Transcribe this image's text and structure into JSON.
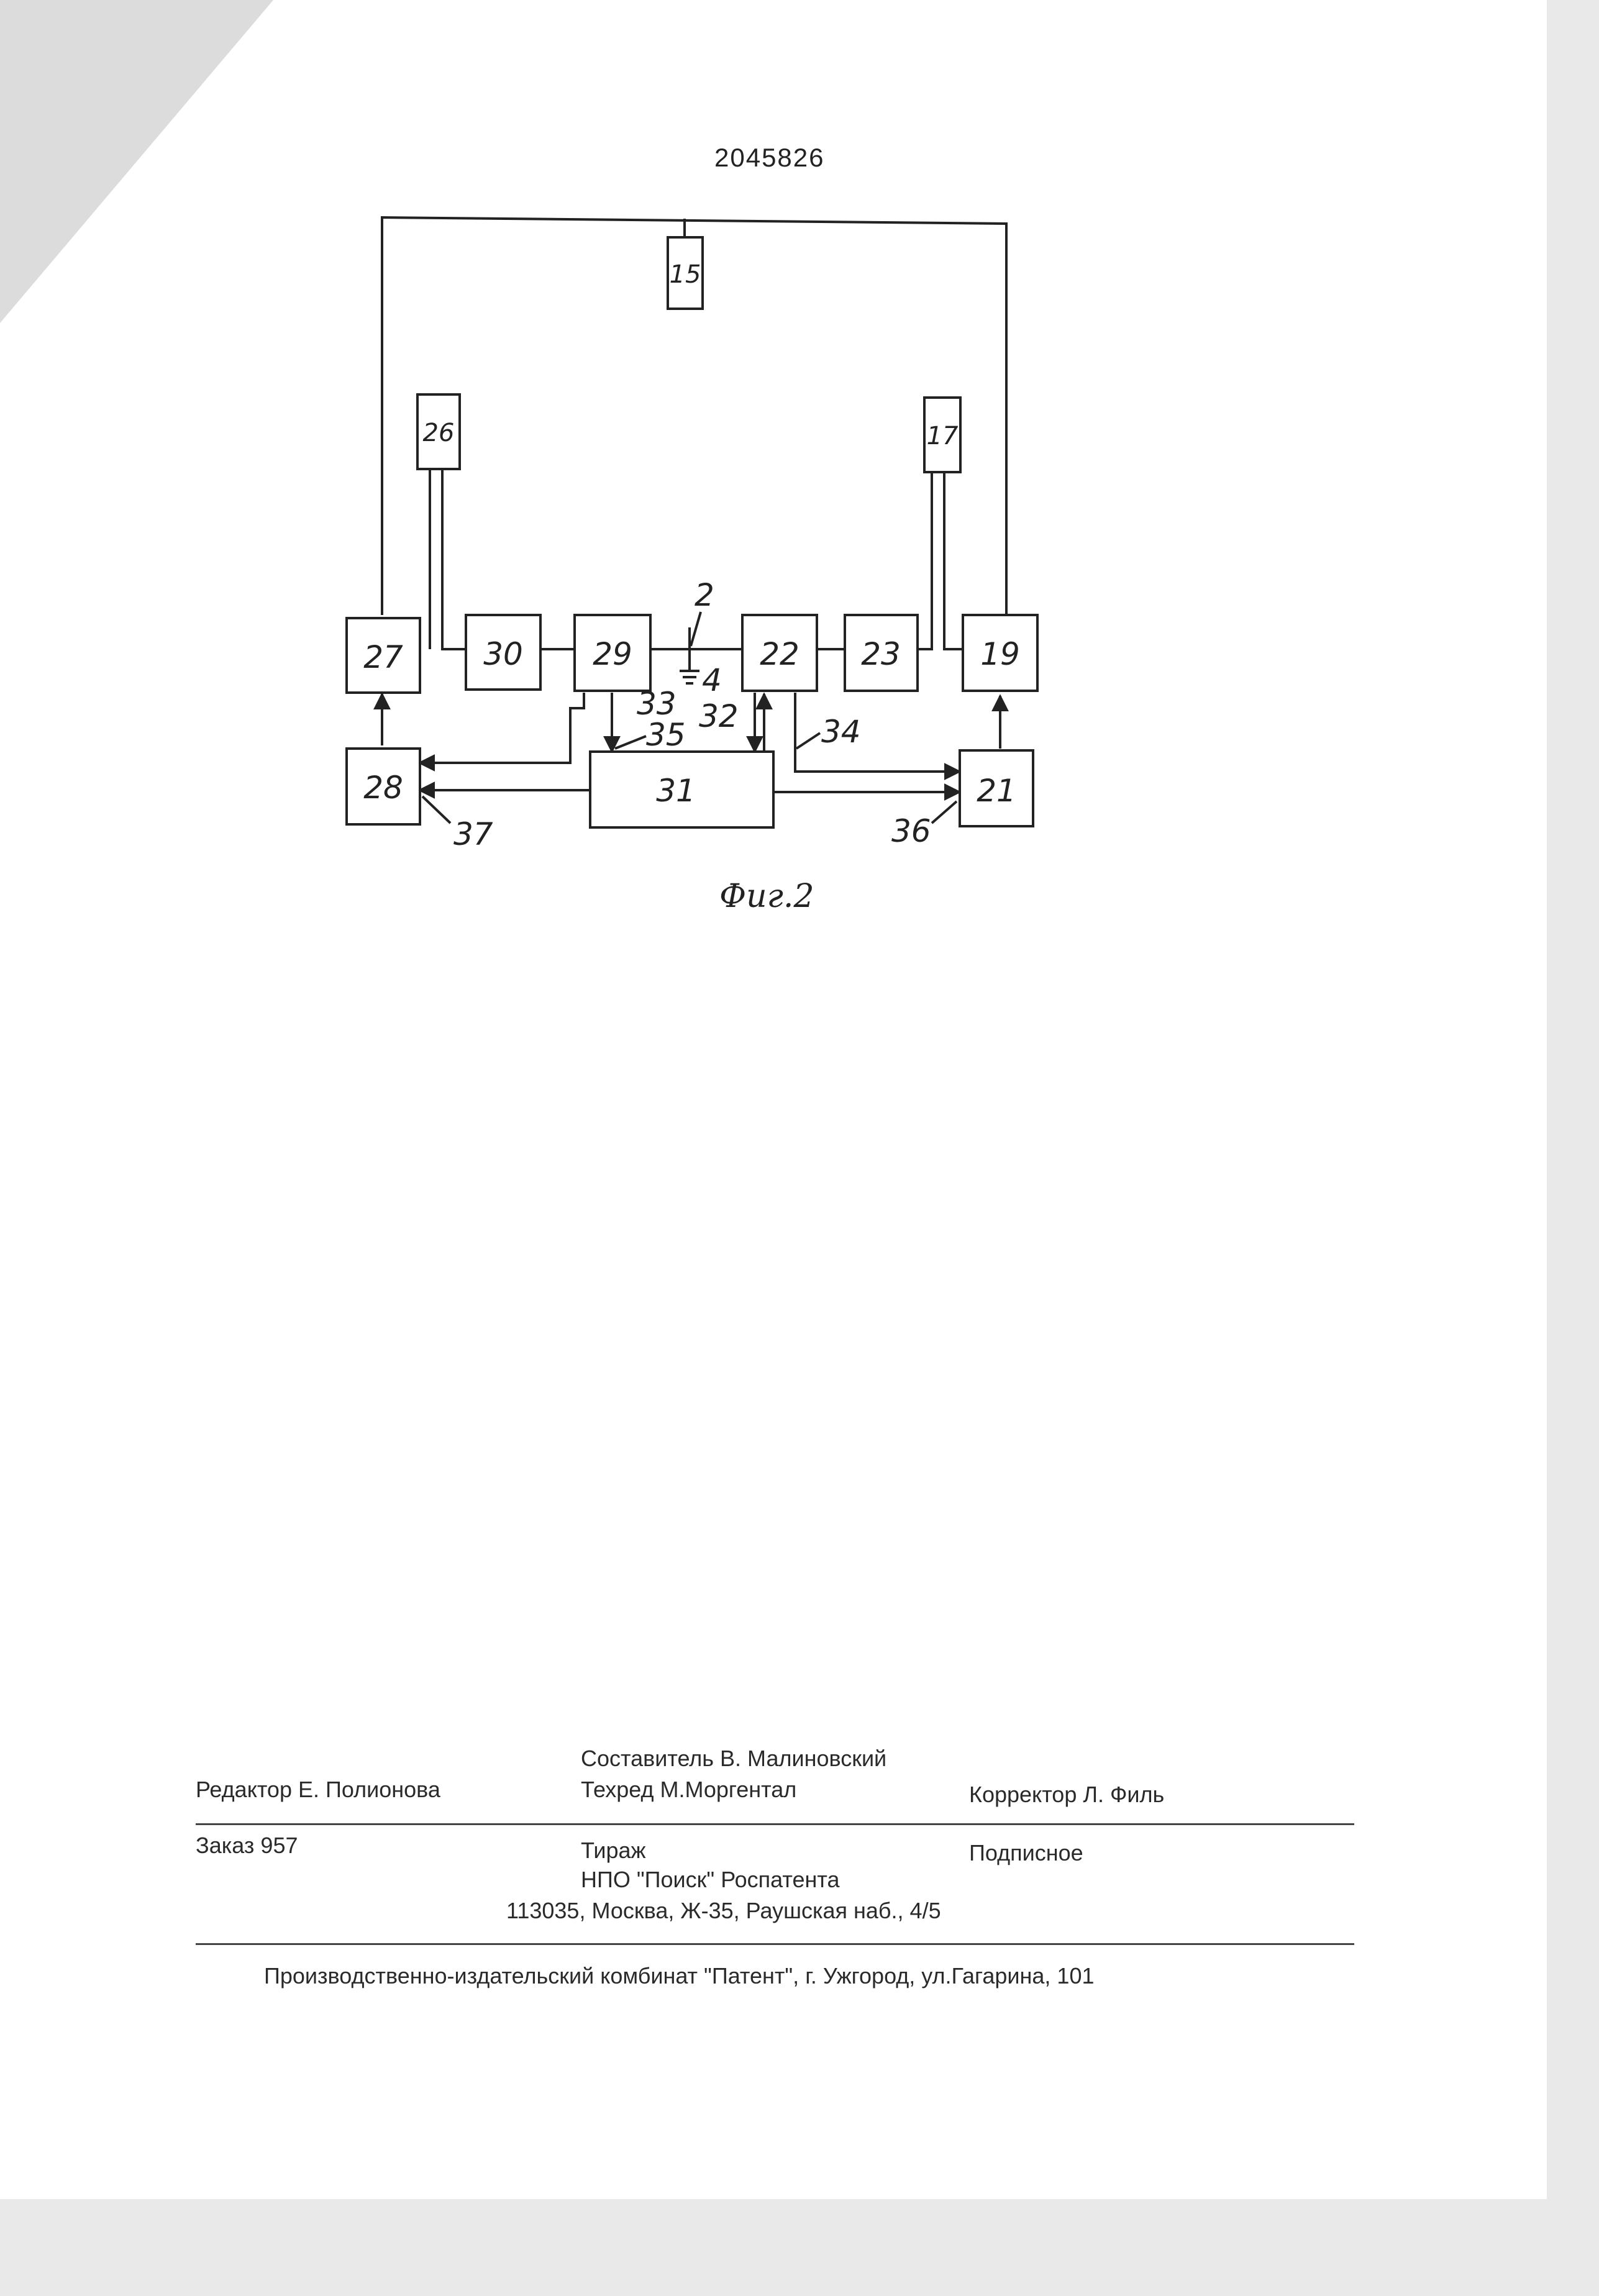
{
  "patent_number": "2045826",
  "figure": {
    "caption": "Фиг.2",
    "blocks": [
      "15",
      "26",
      "17",
      "27",
      "30",
      "29",
      "22",
      "23",
      "19",
      "28",
      "31",
      "21"
    ],
    "labels": [
      "2",
      "4",
      "33",
      "35",
      "32",
      "34",
      "37",
      "36"
    ]
  },
  "imprint": {
    "compiler": "Составитель  В. Малиновский",
    "editor": "Редактор Е. Полионова",
    "techred": "Техред М.Моргентал",
    "corrector": "Корректор   Л. Филь",
    "order": "Заказ 957",
    "circulation": "Тираж",
    "subscription": "Подписное",
    "publisher": "НПО \"Поиск\" Роспатента",
    "address": "113035, Москва, Ж-35, Раушская наб., 4/5",
    "printer": "Производственно-издательский комбинат \"Патент\", г. Ужгород, ул.Гагарина, 101"
  }
}
